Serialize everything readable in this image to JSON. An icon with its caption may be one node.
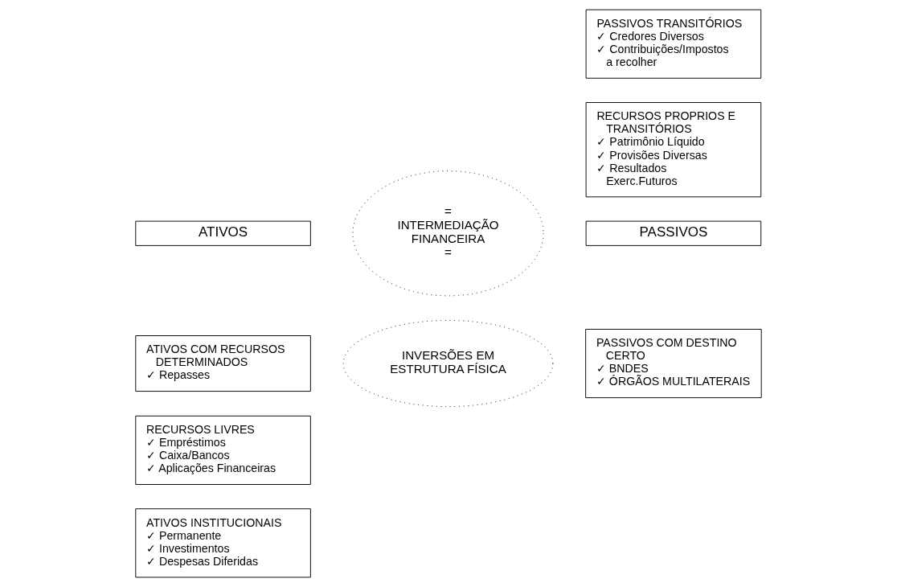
{
  "diagram": {
    "nodes": [
      {
        "text": [
          "ATIVOS"
        ]
      },
      {
        "text": [
          "PASSIVOS"
        ]
      },
      {
        "text": [
          "ATIVOS COM RECURSOS DETERMINADOS",
          "✓ Repasses"
        ]
      },
      {
        "text": [
          "=",
          "INTERMEDIAÇÃO FINANCEIRA",
          "="
        ]
      },
      {
        "text": [
          "PASSIVOS COM DESTINO CERTO",
          "✓ BNDES",
          "✓ ÓRGÃOS MULTILATERAIS"
        ]
      },
      {
        "text": [
          "RECURSOS LIVRES",
          "✓ Empréstimos",
          "✓ Caixa/Bancos",
          "✓ Aplicações Financeiras"
        ]
      },
      {
        "text": [
          "PASSIVOS TRANSITÓRIOS",
          "✓ Credores Diversos",
          "✓ Contribuições/Impostos a recolher"
        ]
      },
      {
        "text": [
          "ATIVOS INSTITUCIONAIS",
          "✓ Permanente",
          "✓ Investimentos",
          "✓ Despesas Diferidas"
        ]
      },
      {
        "text": [
          "INVERSÕES EM ESTRUTURA FÍSICA"
        ]
      },
      {
        "text": [
          "RECURSOS PROPRIOS E TRANSITÓRIOS",
          "✓ Patrimônio Líquido",
          "✓ Provisões Diversas",
          "✓ Resultados Exerc.Futuros"
        ]
      }
    ],
    "edges": []
  }
}
